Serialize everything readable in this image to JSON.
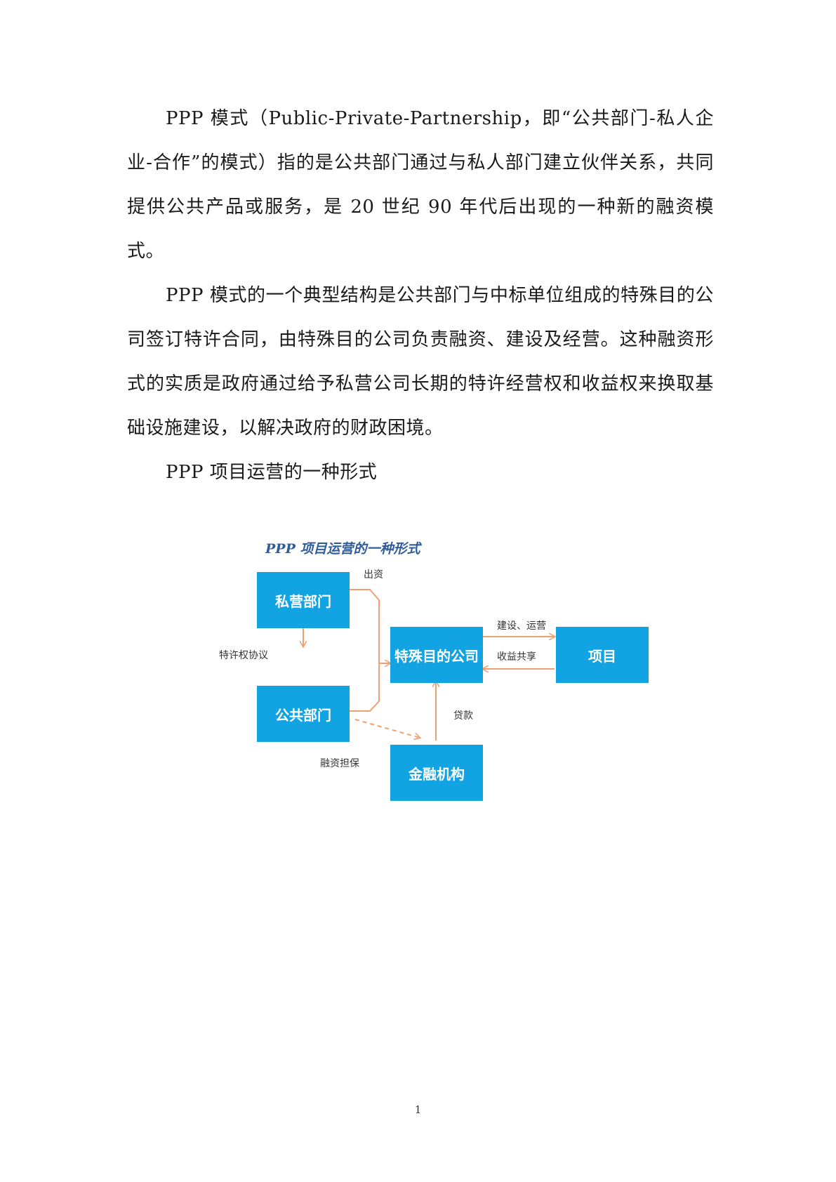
{
  "paragraphs": [
    "PPP 模式（Public-Private-Partnership，即“公共部门-私人企业-合作”的模式）指的是公共部门通过与私人部门建立伙伴关系，共同提供公共产品或服务，是 20 世纪 90 年代后出现的一种新的融资模式。",
    "PPP 模式的一个典型结构是公共部门与中标单位组成的特殊目的公司签订特许合同，由特殊目的公司负责融资、建设及经营。这种融资形式的实质是政府通过给予私营公司长期的特许经营权和收益权来换取基础设施建设，以解决政府的财政困境。",
    "PPP 项目运营的一种形式"
  ],
  "diagram": {
    "title": "PPP 项目运营的一种形式",
    "colors": {
      "box": "#12a3e2",
      "arrow": "#f0a070",
      "title": "#2f5d9a"
    },
    "nodes": {
      "private_sector": "私营部门",
      "public_sector": "公共部门",
      "spv": "特殊目的公司",
      "project": "项目",
      "financial_institution": "金融机构"
    },
    "edge_labels": {
      "investment": "出资",
      "concession_agreement": "特许权协议",
      "build_operate": "建设、运营",
      "revenue_sharing": "收益共享",
      "loan": "贷款",
      "financing_guarantee": "融资担保"
    }
  },
  "page_number": "1"
}
